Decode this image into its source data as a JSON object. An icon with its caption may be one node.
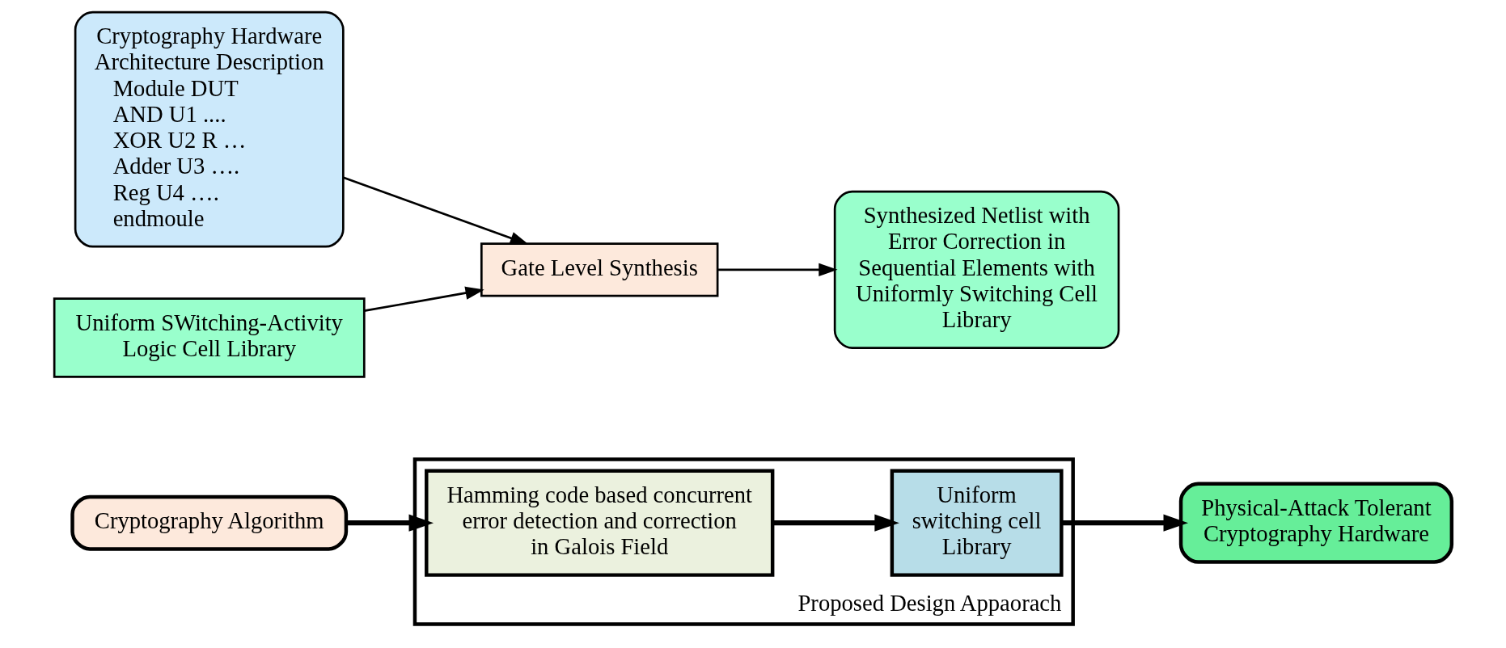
{
  "diagram": {
    "nodes": [
      {
        "text": [
          "Cryptography Algorithm"
        ]
      },
      {
        "text": [
          "Proposed Design Appaorach"
        ]
      },
      {
        "text": [
          "Hamming code based concurrent error detection and correction in Galois Field"
        ],
        "in": 1
      },
      {
        "text": [
          "Uniform switching cell Library"
        ],
        "in": 1
      },
      {
        "text": [
          "Physical-Attack Tolerant Cryptography Hardware"
        ]
      },
      {
        "text": [
          "Cryptography Hardware Architecture Description",
          "Module DUT",
          "AND U1 ....",
          "XOR U2 R …",
          "Adder U3 ….",
          "Reg U4 ….",
          "endmoule"
        ]
      },
      {
        "text": [
          "Uniform SWitching-Activity Logic Cell Library"
        ]
      },
      {
        "text": [
          "Gate Level Synthesis"
        ]
      },
      {
        "text": [
          "Synthesized Netlist with Error Correction in Sequential Elements with Uniformly Switching Cell Library"
        ]
      }
    ],
    "edges": [
      {
        "from": 0,
        "to": 2,
        "arrow": "to",
        "style": "thick"
      },
      {
        "from": 2,
        "to": 3,
        "arrow": "to",
        "style": "thick"
      },
      {
        "from": 3,
        "to": 4,
        "arrow": "to",
        "style": "thick"
      },
      {
        "from": 5,
        "to": 7,
        "arrow": "to"
      },
      {
        "from": 6,
        "to": 7,
        "arrow": "to"
      },
      {
        "from": 7,
        "to": 8,
        "arrow": "to"
      }
    ]
  }
}
